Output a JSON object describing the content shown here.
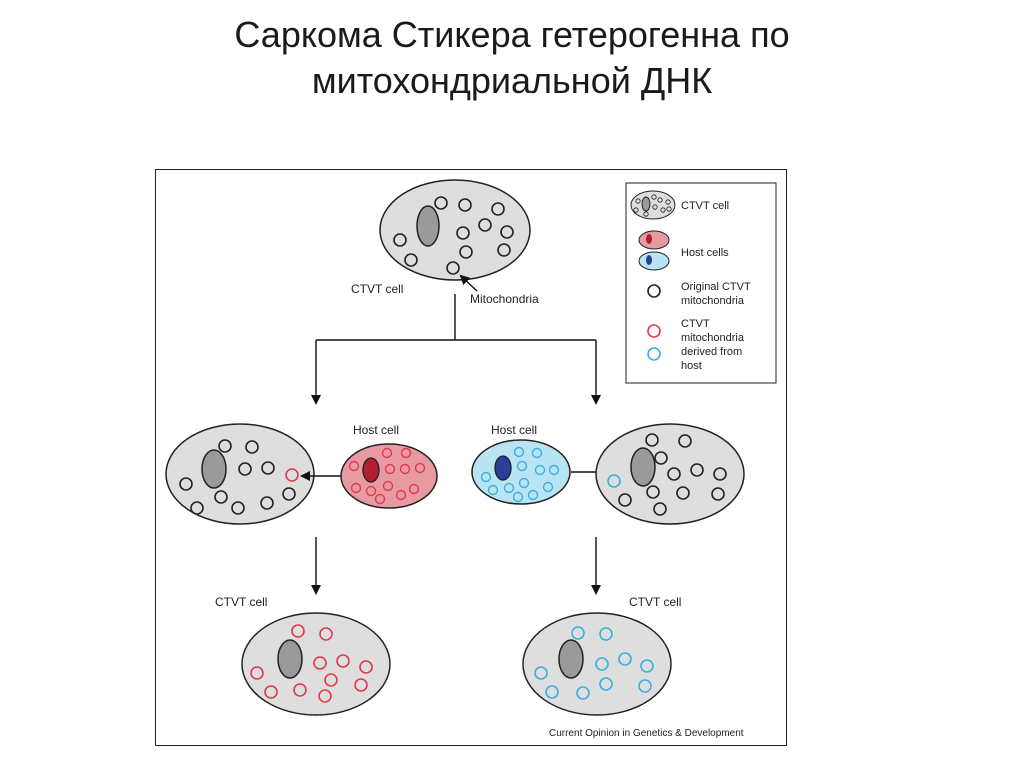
{
  "title": {
    "line1": "Саркома Стикера гетерогенна по",
    "line2": "митохондриальной ДНК"
  },
  "diagram": {
    "ctvt_cell_label": "CTVT cell",
    "mitochondria_label": "Mitochondria",
    "host_cell_label_left": "Host cell",
    "host_cell_label_right": "Host cell",
    "ctvt_cell_label_bottom_left": "CTVT cell",
    "ctvt_cell_label_bottom_right": "CTVT cell",
    "credit": "Current Opinion in Genetics & Development"
  },
  "legend": {
    "ctvt_cell": "CTVT cell",
    "host_cells": "Host cells",
    "original_mito_line1": "Original CTVT",
    "original_mito_line2": "mitochondria",
    "derived_mito_line1": "CTVT",
    "derived_mito_line2": "mitochondria",
    "derived_mito_line3": "derived from",
    "derived_mito_line4": "host"
  },
  "colors": {
    "ctvt_cell_fill": "#dedede",
    "nucleus_gray": "#9a9a9a",
    "host_red_fill": "#e79aa1",
    "host_red_nucleus": "#b02030",
    "host_blue_fill": "#b8e4f4",
    "host_blue_nucleus": "#2a3e9a",
    "mito_black": "#222222",
    "mito_red": "#e03a4a",
    "mito_blue": "#3ab0dc"
  }
}
